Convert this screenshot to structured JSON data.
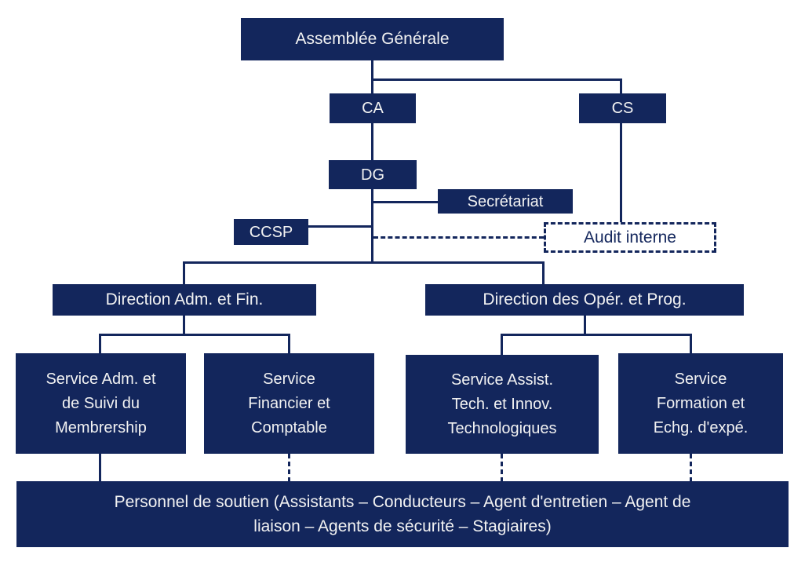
{
  "diagram": {
    "type": "org-chart",
    "language": "fr",
    "colors": {
      "box_fill": "#13265c",
      "box_text": "#f2f2f2",
      "connector_line": "#13265c",
      "audit_box_background": "#ffffff",
      "audit_box_text": "#13265c",
      "page_background": "#ffffff"
    },
    "nodes": {
      "assemblee": {
        "label": "Assemblée Générale"
      },
      "ca": {
        "label": "CA"
      },
      "cs": {
        "label": "CS"
      },
      "dg": {
        "label": "DG"
      },
      "secretariat": {
        "label": "Secrétariat"
      },
      "ccsp": {
        "label": "CCSP"
      },
      "audit": {
        "label": "Audit interne",
        "style": "dashed-outline"
      },
      "direction_adm_fin": {
        "label": "Direction Adm. et Fin."
      },
      "direction_oper_prog": {
        "label": "Direction des Opér. et Prog."
      },
      "service_adm_membrership": {
        "label": "Service Adm. et\nde Suivi du\nMembrership"
      },
      "service_financier": {
        "label": "Service\nFinancier et\nComptable"
      },
      "service_assist_tech": {
        "label": "Service Assist.\nTech. et Innov.\nTechnologiques"
      },
      "service_formation": {
        "label": "Service\nFormation et\nEchg. d'expé."
      },
      "personnel": {
        "label": "Personnel de soutien (Assistants – Conducteurs – Agent d'entretien – Agent de\nliaison – Agents de sécurité – Stagiaires)"
      }
    },
    "edges": [
      {
        "from": "assemblee",
        "to": "ca",
        "style": "solid"
      },
      {
        "from": "assemblee",
        "to": "cs",
        "style": "solid"
      },
      {
        "from": "ca",
        "to": "dg",
        "style": "solid"
      },
      {
        "from": "dg",
        "to": "secretariat",
        "style": "solid"
      },
      {
        "from": "dg",
        "to": "ccsp",
        "style": "solid"
      },
      {
        "from": "dg",
        "to": "audit",
        "style": "dashed"
      },
      {
        "from": "cs",
        "to": "audit",
        "style": "solid"
      },
      {
        "from": "dg",
        "to": "direction_adm_fin",
        "style": "solid"
      },
      {
        "from": "dg",
        "to": "direction_oper_prog",
        "style": "solid"
      },
      {
        "from": "direction_adm_fin",
        "to": "service_adm_membrership",
        "style": "solid"
      },
      {
        "from": "direction_adm_fin",
        "to": "service_financier",
        "style": "solid"
      },
      {
        "from": "direction_oper_prog",
        "to": "service_assist_tech",
        "style": "solid"
      },
      {
        "from": "direction_oper_prog",
        "to": "service_formation",
        "style": "solid"
      },
      {
        "from": "service_adm_membrership",
        "to": "personnel",
        "style": "solid"
      },
      {
        "from": "service_financier",
        "to": "personnel",
        "style": "dashed"
      },
      {
        "from": "service_assist_tech",
        "to": "personnel",
        "style": "dashed"
      },
      {
        "from": "service_formation",
        "to": "personnel",
        "style": "dashed"
      }
    ]
  }
}
